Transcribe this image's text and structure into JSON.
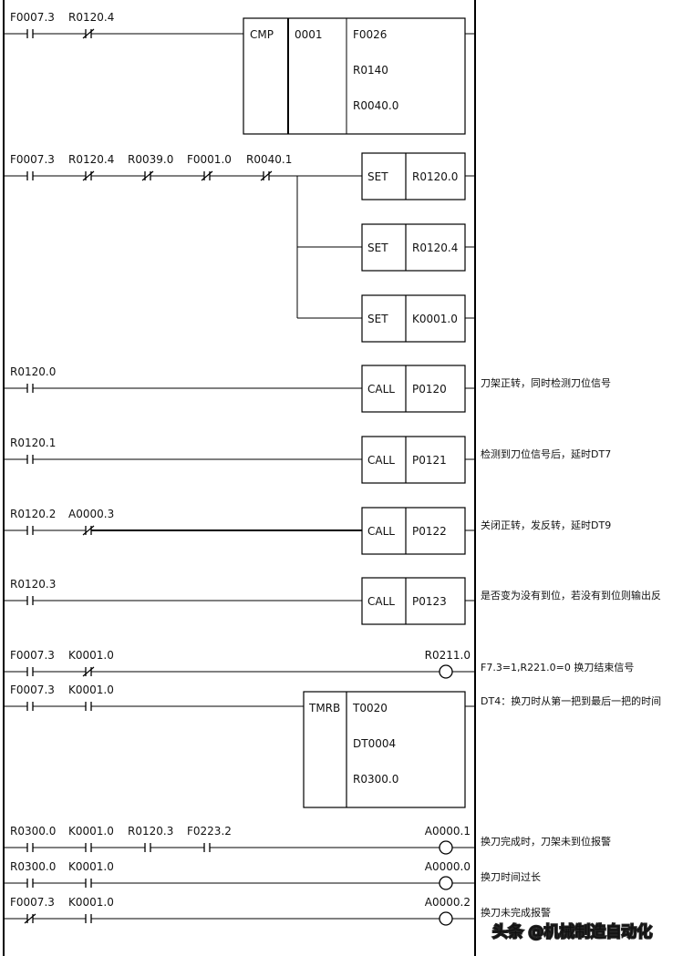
{
  "rungs": [
    {
      "contacts": [
        {
          "label": "F0007.3",
          "type": "NO"
        },
        {
          "label": "R0120.4",
          "type": "NC"
        }
      ],
      "function": {
        "name": "CMP",
        "params": [
          "0001"
        ],
        "operands": [
          "F0026",
          "R0140",
          "R0040.0"
        ]
      },
      "comment": ""
    },
    {
      "contacts": [
        {
          "label": "F0007.3",
          "type": "NO"
        },
        {
          "label": "R0120.4",
          "type": "NC"
        },
        {
          "label": "R0039.0",
          "type": "NC"
        },
        {
          "label": "F0001.0",
          "type": "NC"
        },
        {
          "label": "R0040.1",
          "type": "NC"
        }
      ],
      "outputs": [
        {
          "name": "SET",
          "operand": "R0120.0"
        },
        {
          "name": "SET",
          "operand": "R0120.4"
        },
        {
          "name": "SET",
          "operand": "K0001.0"
        }
      ],
      "comment": ""
    },
    {
      "contacts": [
        {
          "label": "R0120.0",
          "type": "NO"
        }
      ],
      "call": {
        "name": "CALL",
        "operand": "P0120"
      },
      "comment": "刀架正转，同时检测刀位信号"
    },
    {
      "contacts": [
        {
          "label": "R0120.1",
          "type": "NO"
        }
      ],
      "call": {
        "name": "CALL",
        "operand": "P0121"
      },
      "comment": "检测到刀位信号后，延时DT7"
    },
    {
      "contacts": [
        {
          "label": "R0120.2",
          "type": "NO"
        },
        {
          "label": "A0000.3",
          "type": "NC"
        }
      ],
      "call": {
        "name": "CALL",
        "operand": "P0122"
      },
      "comment": "关闭正转，发反转，延时DT9"
    },
    {
      "contacts": [
        {
          "label": "R0120.3",
          "type": "NO"
        }
      ],
      "call": {
        "name": "CALL",
        "operand": "P0123"
      },
      "comment": "是否变为没有到位，若没有到位则输出反"
    },
    {
      "contacts": [
        {
          "label": "F0007.3",
          "type": "NO"
        },
        {
          "label": "K0001.0",
          "type": "NC"
        }
      ],
      "coil": "R0211.0",
      "comment": "F7.3=1,R221.0=0 换刀结束信号"
    },
    {
      "contacts": [
        {
          "label": "F0007.3",
          "type": "NO"
        },
        {
          "label": "K0001.0",
          "type": "NO"
        }
      ],
      "function": {
        "name": "TMRB",
        "operands": [
          "T0020",
          "DT0004",
          "R0300.0"
        ]
      },
      "comment": "DT4：换刀时从第一把到最后一把的时间"
    },
    {
      "contacts": [
        {
          "label": "R0300.0",
          "type": "NO"
        },
        {
          "label": "K0001.0",
          "type": "NO"
        },
        {
          "label": "R0120.3",
          "type": "NO"
        },
        {
          "label": "F0223.2",
          "type": "NO"
        }
      ],
      "coil": "A0000.1",
      "comment": "换刀完成时，刀架未到位报警"
    },
    {
      "contacts": [
        {
          "label": "R0300.0",
          "type": "NO"
        },
        {
          "label": "K0001.0",
          "type": "NO"
        }
      ],
      "coil": "A0000.0",
      "comment": "换刀时间过长"
    },
    {
      "contacts": [
        {
          "label": "F0007.3",
          "type": "NC"
        },
        {
          "label": "K0001.0",
          "type": "NO"
        }
      ],
      "coil": "A0000.2",
      "comment": "换刀未完成报警"
    }
  ],
  "watermark": "头条 @机械制造自动化"
}
